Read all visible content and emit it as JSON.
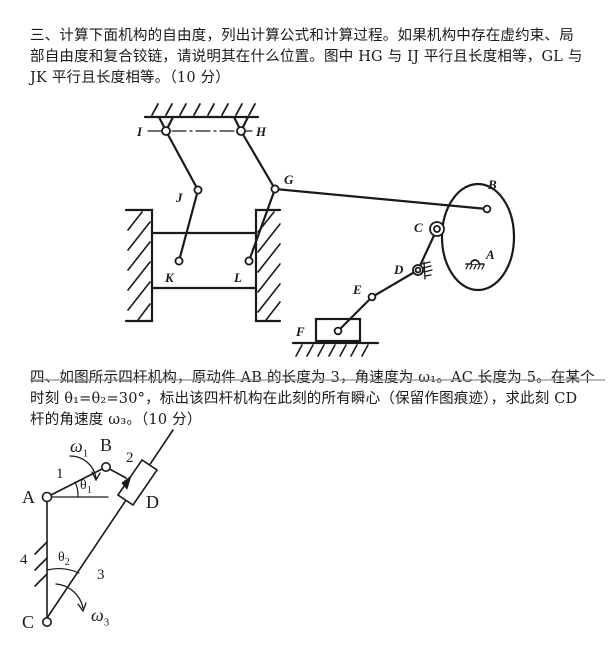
{
  "question3": {
    "lines": [
      "三、计算下面机构的自由度，列出计算公式和计算过程。如果机构中存在虚约束、局",
      "部自由度和复合铰链，请说明其在什么位置。图中 HG 与 IJ 平行且长度相等，GL 与",
      "JK 平行且长度相等。（10 分）"
    ],
    "figure_labels": {
      "I": "I",
      "H": "H",
      "J": "J",
      "G": "G",
      "K": "K",
      "L": "L",
      "B": "B",
      "C": "C",
      "A": "A",
      "D": "D",
      "E": "E",
      "F": "F"
    }
  },
  "question4": {
    "lines": [
      "四、如图所示四杆机构，原动件 AB 的长度为 3，角速度为 ω₁。AC 长度为 5。在某个",
      "时刻 θ₁=θ₂=30°，标出该四杆机构在此刻的所有瞬心（保留作图痕迹），求此刻 CD",
      "杆的角速度 ω₃。（10 分）"
    ],
    "figure_labels": {
      "A": "A",
      "B": "B",
      "C": "C",
      "D": "D",
      "link1": "1",
      "link2": "2",
      "link3": "3",
      "link4": "4",
      "omega1": "ω",
      "omega1_sub": "1",
      "omega3": "ω",
      "omega3_sub": "3",
      "theta1": "θ",
      "theta1_sub": "1",
      "theta2": "θ",
      "theta2_sub": "2"
    },
    "given": {
      "AB_length": 3,
      "AC_length": 5,
      "theta1_deg": 30,
      "theta2_deg": 30
    }
  }
}
